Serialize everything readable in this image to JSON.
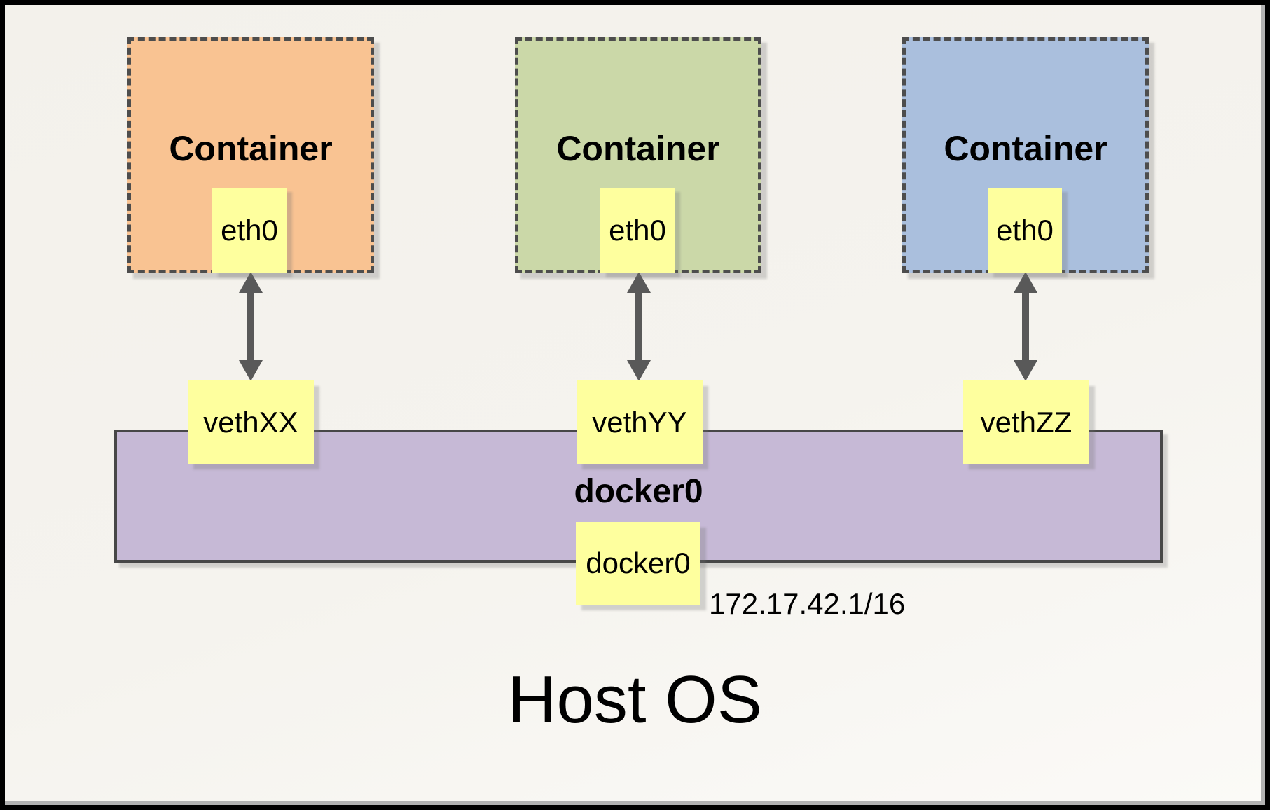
{
  "containers": [
    {
      "label": "Container",
      "interface_label": "eth0",
      "fill": "#F9C392"
    },
    {
      "label": "Container",
      "interface_label": "eth0",
      "fill": "#CBD8A8"
    },
    {
      "label": "Container",
      "interface_label": "eth0",
      "fill": "#AABFDD"
    }
  ],
  "veth_endpoints": [
    {
      "label": "vethXX"
    },
    {
      "label": "vethYY"
    },
    {
      "label": "vethZZ"
    }
  ],
  "bridge": {
    "label": "docker0",
    "interface_label": "docker0",
    "ip_address": "172.17.42.1/16",
    "fill": "#C6B9D6"
  },
  "host": {
    "label": "Host OS"
  },
  "colors": {
    "interface_box_fill": "#FEFF9E",
    "dashed_border": "#4D4D4D",
    "bridge_border": "#474747",
    "arrow": "#595959",
    "background": "#F4F2ED",
    "frame": "#000000"
  }
}
